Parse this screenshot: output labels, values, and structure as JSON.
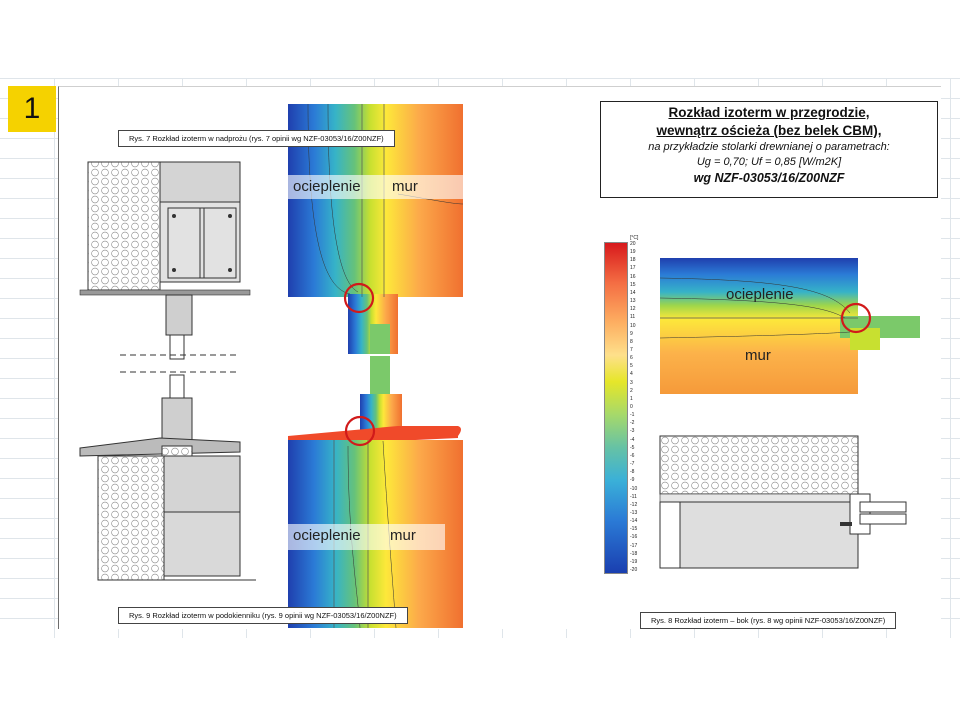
{
  "badge": "1",
  "captions": {
    "fig7": "Rys. 7 Rozkład izoterm w nadprożu (rys. 7 opinii wg NZF-03053/16/Z00NZF)",
    "fig9": "Rys. 9 Rozkład izoterm w podokienniku (rys. 9 opinii wg NZF-03053/16/Z00NZF)",
    "fig8": "Rys. 8 Rozkład izoterm – bok (rys. 8 wg opinii NZF-03053/16/Z00NZF)"
  },
  "title_box": {
    "line1": "Rozkład izoterm w przegrodzie,",
    "line2": "wewnątrz ościeża (bez belek CBM),",
    "line3": "na przykładzie stolarki drewnianej o parametrach:",
    "line4": "Ug = 0,70; Uf = 0,85 [W/m2K]",
    "line5": "wg NZF-03053/16/Z00NZF"
  },
  "labels": {
    "insulation": "ocieplenie",
    "wall": "mur"
  },
  "scale": {
    "unit": "[°C]",
    "ticks": [
      "20",
      "19",
      "18",
      "17",
      "16",
      "15",
      "14",
      "13",
      "12",
      "11",
      "10",
      "9",
      "8",
      "7",
      "6",
      "5",
      "4",
      "3",
      "2",
      "1",
      "0",
      "-1",
      "-2",
      "-3",
      "-4",
      "-5",
      "-6",
      "-7",
      "-8",
      "-9",
      "-10",
      "-11",
      "-12",
      "-13",
      "-14",
      "-15",
      "-16",
      "-17",
      "-18",
      "-19",
      "-20"
    ]
  },
  "colors": {
    "badge": "#f5d200",
    "marker": "#d11a1a",
    "cold": "#1f3fae",
    "warm": "#d7191c"
  }
}
